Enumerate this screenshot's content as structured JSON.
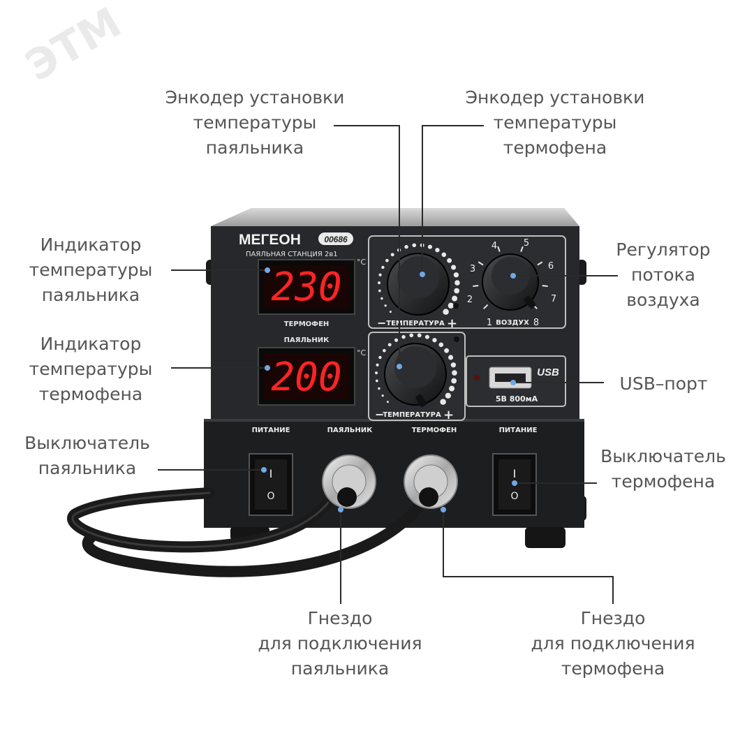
{
  "device": {
    "brand": "МЕГЕОН",
    "model": "00686",
    "subtitle": "ПАЯЛЬНАЯ СТАНЦИЯ 2в1",
    "display1_value": "230",
    "display2_value": "200",
    "unit": "°C",
    "display1_bottom_label": "ТЕРМОФЕН",
    "display2_top_label": "ПАЯЛЬНИК",
    "temp_knob_label": "ТЕМПЕРАТУРА",
    "air_knob_label": "ВОЗДУХ",
    "air_scale": [
      "1",
      "2",
      "3",
      "4",
      "5",
      "6",
      "7",
      "8"
    ],
    "usb_logo": "USB",
    "usb_rating": "5В 800мА",
    "bottom_labels": {
      "power_left": "ПИТАНИЕ",
      "soldering": "ПАЯЛЬНИК",
      "hotair": "ТЕРМОФЕН",
      "power_right": "ПИТАНИЕ"
    },
    "switch_on": "I",
    "switch_off": "O",
    "colors": {
      "body": "#222426",
      "display_red": "#ff2424",
      "panel": "#2b2d30",
      "callout_line": "#2a2a2a",
      "dot": "#6fa8e6"
    }
  },
  "callouts": {
    "encoder_soldering": [
      "Энкодер установки",
      "температуры",
      "паяльника"
    ],
    "encoder_hotair": [
      "Энкодер установки",
      "температуры",
      "термофена"
    ],
    "indicator_soldering": [
      "Индикатор",
      "температуры",
      "паяльника"
    ],
    "indicator_hotair": [
      "Индикатор",
      "температуры",
      "термофена"
    ],
    "airflow": [
      "Регулятор",
      "потока",
      "воздуха"
    ],
    "usb": [
      "USB–порт"
    ],
    "switch_soldering": [
      "Выключатель",
      "паяльника"
    ],
    "switch_hotair": [
      "Выключатель",
      "термофена"
    ],
    "socket_soldering": [
      "Гнездо",
      "для подключения",
      "паяльника"
    ],
    "socket_hotair": [
      "Гнездо",
      "для подключения",
      "термофена"
    ]
  }
}
